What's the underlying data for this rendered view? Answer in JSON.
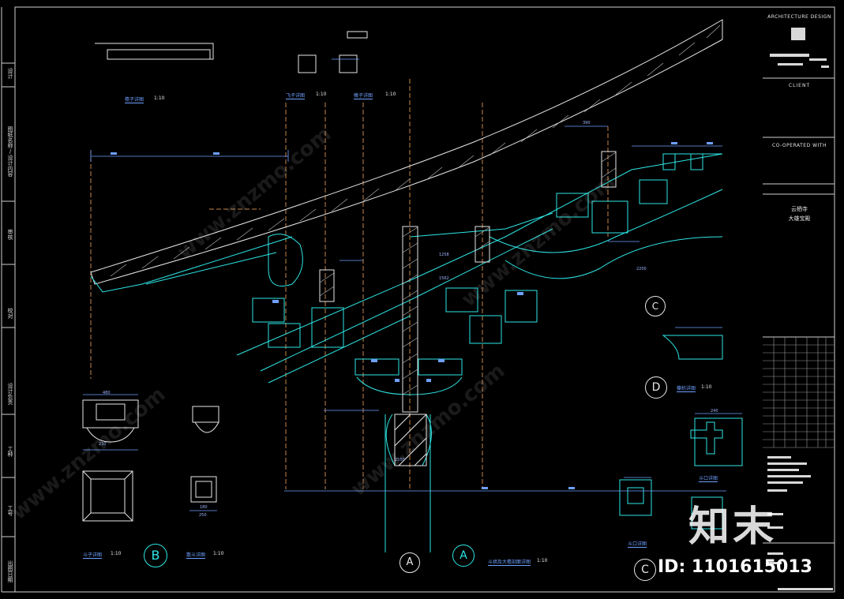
{
  "side_labels": [
    "设计",
    "图纸名称/设计内容",
    "审核",
    "校对",
    "设计负责",
    "工种",
    "工号",
    "出图日期"
  ],
  "title_block": {
    "firm_header": "ARCHITECTURE DESIGN",
    "client_label": "CLIENT",
    "cooperated_label": "CO-OPERATED WITH",
    "project_name": "云栖寺",
    "drawing_name": "大雄宝殿"
  },
  "sections": {
    "main_title": "斗拱及大檐剖面详图",
    "main_scale": "1:10",
    "detail_b_title": "斗子详图",
    "detail_b_scale": "1:10",
    "detail_b2_title": "散斗详图",
    "detail_b2_scale": "1:10",
    "detail_d_title": "檩枋详图",
    "detail_d_scale": "1:10",
    "fly_rafter_title": "飞子详图",
    "fly_rafter_scale": "1:10",
    "rafter_title": "椽子详图",
    "rafter_scale": "1:10",
    "eave_title": "檐子详图",
    "eave_scale": "1:10",
    "cross_title": "斗口详图",
    "cap_title": "斗口详图"
  },
  "markers": {
    "a1": "A",
    "a2": "A",
    "b": "B",
    "c1": "C",
    "c2": "C",
    "d": "D"
  },
  "dimensions": [
    "1258",
    "1562",
    "2550",
    "2200",
    "390",
    "480",
    "240",
    "230",
    "180",
    "250"
  ],
  "watermark": {
    "logo": "知末",
    "id_text": "ID: 1101615013",
    "site": "www.znzmo.com"
  },
  "colors": {
    "background": "#000000",
    "linework_cyan": "#2ee6e6",
    "dimension_blue": "#6ea0ff",
    "accent_orange": "#c8864a",
    "frame_white": "#e6e6e6"
  }
}
